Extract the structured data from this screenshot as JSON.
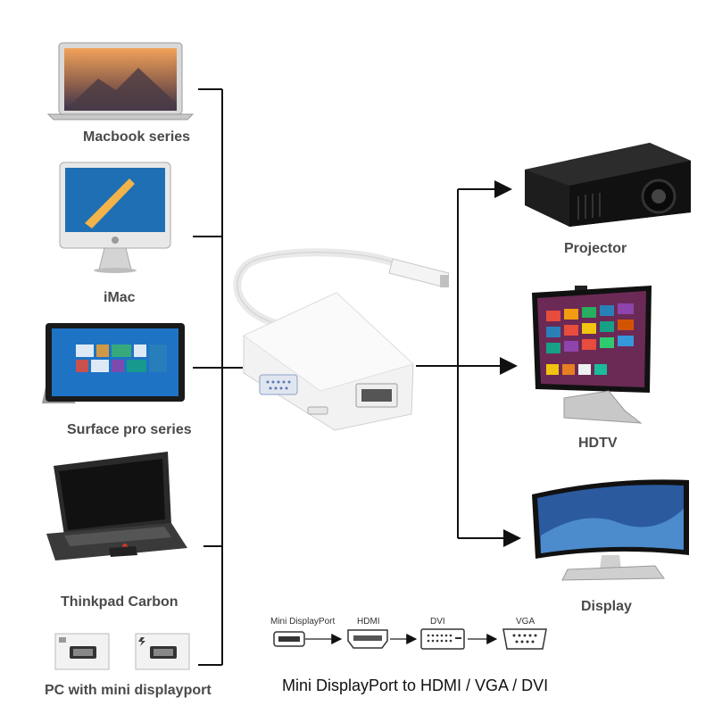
{
  "sources": [
    {
      "label": "Macbook series",
      "icon": "macbook-icon"
    },
    {
      "label": "iMac",
      "icon": "imac-icon"
    },
    {
      "label": "Surface pro series",
      "icon": "surface-icon"
    },
    {
      "label": "Thinkpad Carbon",
      "icon": "thinkpad-icon"
    },
    {
      "label": "PC with mini displayport",
      "icon": "mini-displayport-icon"
    }
  ],
  "targets": [
    {
      "label": "Projector",
      "icon": "projector-icon"
    },
    {
      "label": "HDTV",
      "icon": "hdtv-icon"
    },
    {
      "label": "Display",
      "icon": "display-icon"
    }
  ],
  "adapter": {
    "icon": "adapter-icon"
  },
  "ports": [
    {
      "label": "Mini DisplayPort",
      "icon": "mini-dp-port-icon"
    },
    {
      "label": "HDMI",
      "icon": "hdmi-port-icon"
    },
    {
      "label": "DVI",
      "icon": "dvi-port-icon"
    },
    {
      "label": "VGA",
      "icon": "vga-port-icon"
    }
  ],
  "caption": "Mini DisplayPort to HDMI / VGA / DVI",
  "colors": {
    "line": "#111111",
    "label": "#4a4a4a"
  }
}
